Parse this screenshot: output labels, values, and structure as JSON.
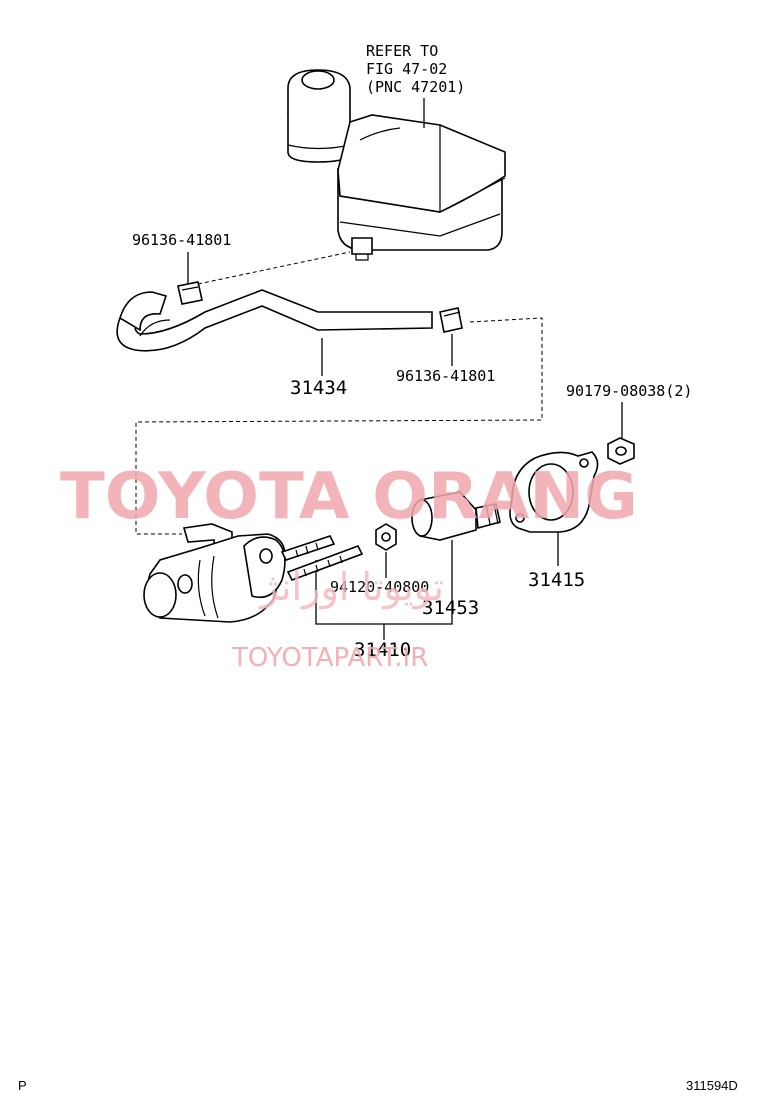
{
  "reference_note": [
    "REFER TO",
    "FIG 47-02",
    "(PNC 47201)"
  ],
  "part_labels": {
    "clamp_upper": "96136-41801",
    "clamp_lower": "96136-41801",
    "hose": "31434",
    "nut_flange": "90179-08038(2)",
    "gasket": "31415",
    "nut": "94120-40800",
    "push_rod": "31453",
    "cylinder_assy": "31410"
  },
  "watermark": {
    "main": "TOYOTA ORANG",
    "arabic": "تویوتا اورانژ",
    "site": "TOYOTAPART.IR"
  },
  "footer": {
    "left": "P",
    "right": "311594D"
  }
}
